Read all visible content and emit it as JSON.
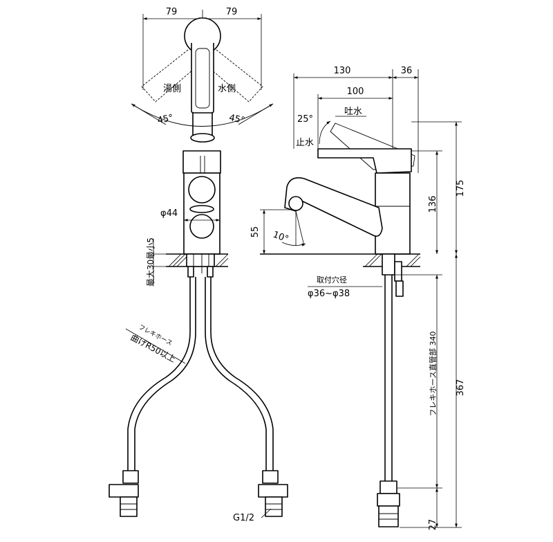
{
  "top_view": {
    "dim_left": "79",
    "dim_right": "79",
    "label_hot": "湯側",
    "label_cold": "水側",
    "angle_left": "45°",
    "angle_right": "45°"
  },
  "front_view": {
    "diameter": "φ44",
    "max_thickness": "最大30最小5",
    "hose_note_1": "フレキホース",
    "hose_note_2": "曲げR50以上",
    "thread": "G1/2"
  },
  "side_view": {
    "dim_top_1": "130",
    "dim_top_2": "36",
    "dim_100": "100",
    "angle_lever": "25°",
    "label_spout_on": "吐水",
    "label_stop": "止水",
    "dim_175": "175",
    "dim_136": "136",
    "dim_55": "55",
    "angle_spout": "10°",
    "hole_label": "取付穴径",
    "hole_range": "φ36~φ38",
    "hose_length_note": "フレキホース直管部 340",
    "dim_367": "367",
    "dim_27": "27"
  }
}
